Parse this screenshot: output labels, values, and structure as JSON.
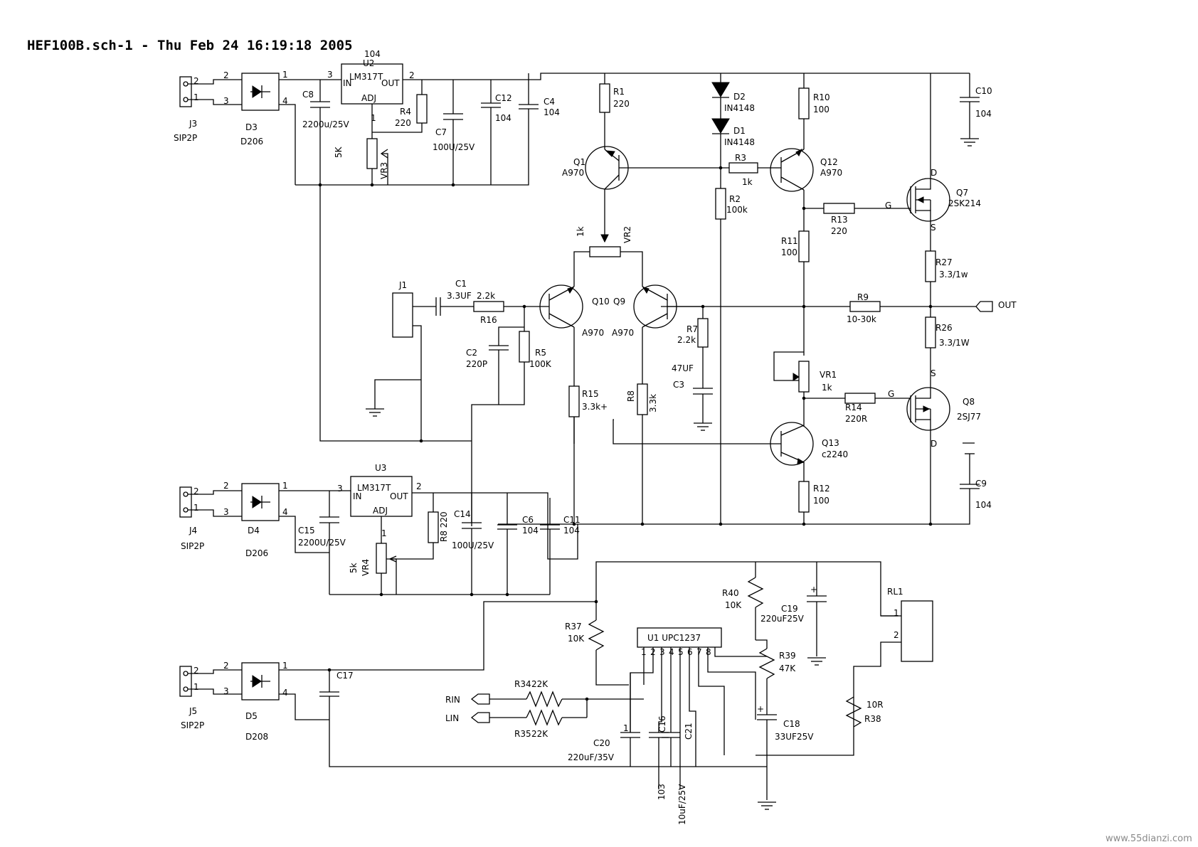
{
  "title": "HEF100B.sch-1 - Thu Feb 24 16:19:18 2005",
  "watermark": "www.55dianzi.com",
  "labels": {
    "j3": "J3",
    "j3_type": "SIP2P",
    "j4": "J4",
    "j4_type": "SIP2P",
    "j5": "J5",
    "j5_type": "SIP2P",
    "d3": "D3",
    "d3_type": "D206",
    "d4": "D4",
    "d4_type": "D206",
    "d5": "D5",
    "d5_type": "D208",
    "u2": "U2",
    "u2_val": "104",
    "u2_type": "LM317T",
    "u3": "U3",
    "u3_type": "LM317T",
    "reg_in": "IN",
    "reg_out": "OUT",
    "reg_adj": "ADJ",
    "c8": "C8",
    "c8_val": "2200u/25V",
    "c7": "C7",
    "c7_val": "100U/25V",
    "c12": "C12",
    "c12_val": "104",
    "c4": "C4",
    "c4_val": "104",
    "r4": "R4",
    "r4_val": "220",
    "vr3": "VR3",
    "vr3_val": "5K",
    "c15": "C15",
    "c15_val": "2200U/25V",
    "r8a": "R8 220",
    "c14": "C14",
    "c14_val": "100U/25V",
    "c6": "C6",
    "c6_val": "104",
    "c11": "C11",
    "c11_val": "104",
    "vr4": "VR4",
    "vr4_val": "5k",
    "r1": "R1",
    "r1_val": "220",
    "d2": "D2",
    "d2_val": "IN4148",
    "d1": "D1",
    "d1_val": "IN4148",
    "r10": "R10",
    "r10_val": "100",
    "c10": "C10",
    "c10_val": "104",
    "q1": "Q1",
    "q1_val": "A970",
    "r3": "R3",
    "r3_val": "1k",
    "q12": "Q12",
    "q12_val": "A970",
    "r2": "R2",
    "r2_val": "100k",
    "q7": "Q7",
    "q7_val": "2SK214",
    "r13": "R13",
    "r13_val": "220",
    "r11": "R11",
    "r11_val": "100",
    "r27": "R27",
    "r27_val": "3.3/1w",
    "vr2": "VR2",
    "vr2_val": "1k",
    "j1": "J1",
    "c1": "C1",
    "c1_val": "3.3UF",
    "r16": "R16",
    "r16_val": "2.2k",
    "q10": "Q10",
    "q10_val": "A970",
    "q9": "Q9",
    "q9_val": "A970",
    "r9": "R9",
    "r9_val": "10-30k",
    "out": "OUT",
    "r7": "R7",
    "r7_val": "2.2k",
    "c3": "C3",
    "c3_val": "47UF",
    "c2": "C2",
    "c2_val": "220P",
    "r5": "R5",
    "r5_val": "100K",
    "r26": "R26",
    "r26_val": "3.3/1W",
    "vr1": "VR1",
    "vr1_val": "1k",
    "r15": "R15",
    "r15_val": "3.3k+",
    "r8": "R8",
    "r8_val": "3.3k",
    "r14": "R14",
    "r14_val": "220R",
    "q8": "Q8",
    "q8_val": "2SJ77",
    "q13": "Q13",
    "q13_val": "c2240",
    "r12": "R12",
    "r12_val": "100",
    "c9": "C9",
    "c9_val": "104",
    "pin_g": "G",
    "pin_d": "D",
    "pin_s": "S",
    "n1": "1",
    "n2": "2",
    "n3": "3",
    "n4": "4",
    "n5": "5",
    "n6": "6",
    "n7": "7",
    "n8": "8",
    "u1": "U1  UPC1237",
    "r37": "R37",
    "r37_val": "10K",
    "r40": "R40",
    "r40_val": "10K",
    "c19": "C19",
    "c19_val": "220uF25V",
    "rl1": "RL1",
    "r39": "R39",
    "r39_val": "47K",
    "c17": "C17",
    "rin": "RIN",
    "lin": "LIN",
    "r34": "R34",
    "r34_val": "22K",
    "r35": "R35",
    "r35_val": "22K",
    "c18": "C18",
    "c18_val": "33UF25V",
    "r38": "R38",
    "r38_val": "10R",
    "c20": "C20",
    "c20_val": "220uF/35V",
    "c16": "C16",
    "c16_val": "103",
    "c21": "C21",
    "c21_val": "10uF/25V"
  }
}
